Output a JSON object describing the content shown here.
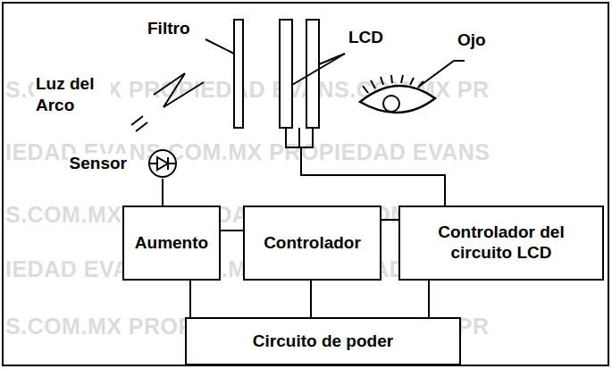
{
  "diagram": {
    "nodes": [
      {
        "text": [
          "Sensor"
        ]
      },
      {
        "text": [
          "Aumento"
        ]
      },
      {
        "text": [
          "Controlador"
        ]
      },
      {
        "text": [
          "Controlador del circuito LCD"
        ]
      },
      {
        "text": [
          "Circuito de poder"
        ]
      }
    ],
    "edges": [
      {
        "from": 0,
        "to": 1,
        "arrow": "none"
      },
      {
        "from": 1,
        "to": 2,
        "arrow": "none"
      },
      {
        "from": 2,
        "to": 3,
        "arrow": "none"
      },
      {
        "from": 1,
        "to": 4,
        "arrow": "none"
      },
      {
        "from": 2,
        "to": 4,
        "arrow": "none"
      },
      {
        "from": 3,
        "to": 4,
        "arrow": "none"
      }
    ],
    "labels": [
      "Filtro",
      "LCD",
      "Ojo",
      "Luz del Arco",
      "S.COM.MX PROPIEDAD EVANS.COM.MX PR",
      "IEDAD EVANS.COM.MX PROPIEDAD EVANS",
      "S.COM.MX PROPIEDAD EVANS.COM.MX PR",
      "IEDAD EVANS.COM.MX PROPIEDAD EVANS",
      "S.COM.MX PROPIEDAD EVANS.COM.MX PR"
    ]
  }
}
